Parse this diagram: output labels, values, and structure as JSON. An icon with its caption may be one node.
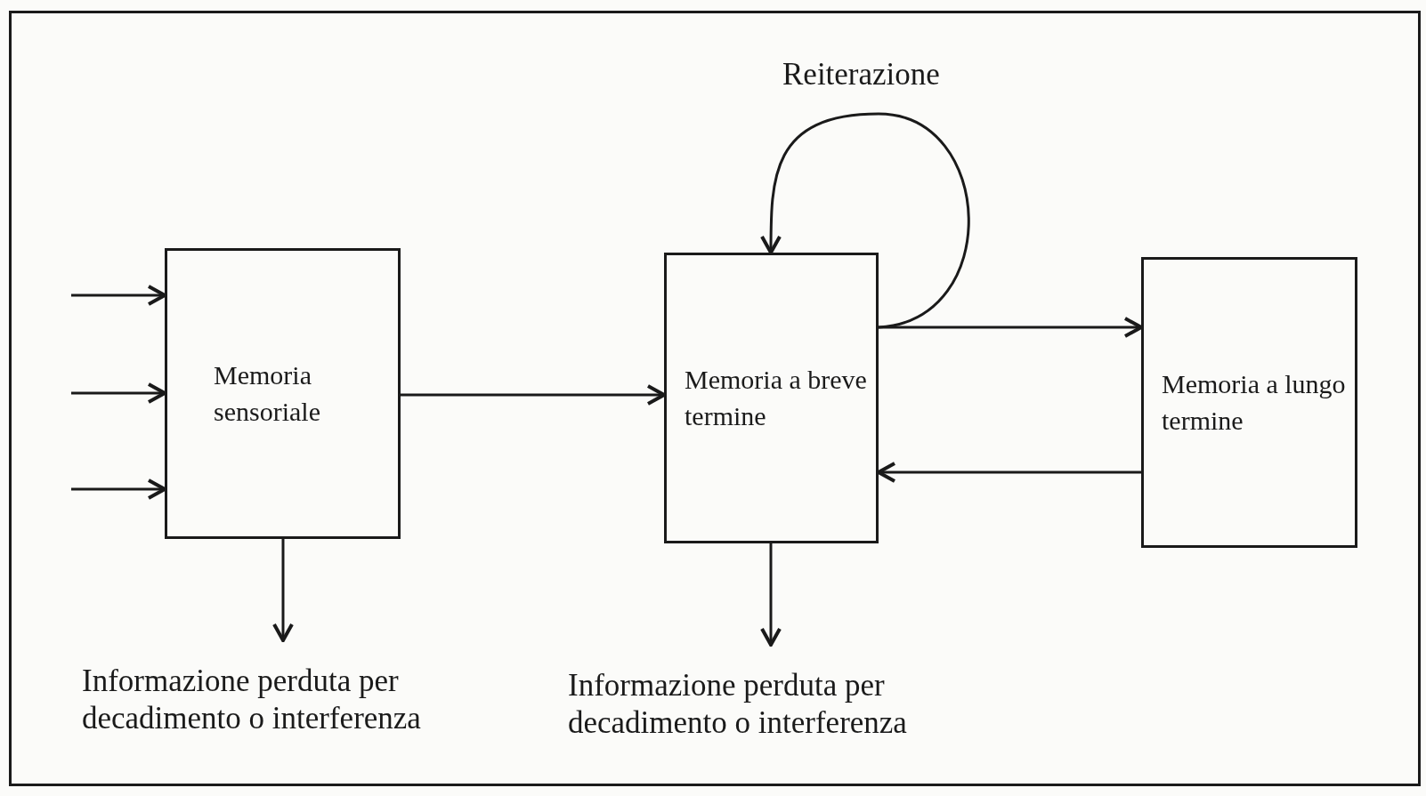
{
  "diagram": {
    "nodes": [
      {
        "text": [
          "Memoria sensoriale"
        ]
      },
      {
        "text": [
          "Memoria a breve termine"
        ]
      },
      {
        "text": [
          "Memoria a lungo termine"
        ]
      },
      {
        "text": [
          "Informazione perduta per decadimento o interferenza"
        ]
      },
      {
        "text": [
          "Informazione perduta per decadimento o interferenza"
        ]
      }
    ],
    "edges": [
      {
        "from": null,
        "to": 0,
        "arrow": "to"
      },
      {
        "from": null,
        "to": 0,
        "arrow": "to"
      },
      {
        "from": null,
        "to": 0,
        "arrow": "to"
      },
      {
        "from": 0,
        "to": 1,
        "arrow": "to"
      },
      {
        "from": 1,
        "to": 1,
        "arrow": "to",
        "label": "Reiterazione"
      },
      {
        "from": 1,
        "to": 2,
        "arrow": "to"
      },
      {
        "from": 2,
        "to": 1,
        "arrow": "to"
      },
      {
        "from": 0,
        "to": 3,
        "arrow": "to"
      },
      {
        "from": 1,
        "to": 4,
        "arrow": "to"
      }
    ]
  }
}
